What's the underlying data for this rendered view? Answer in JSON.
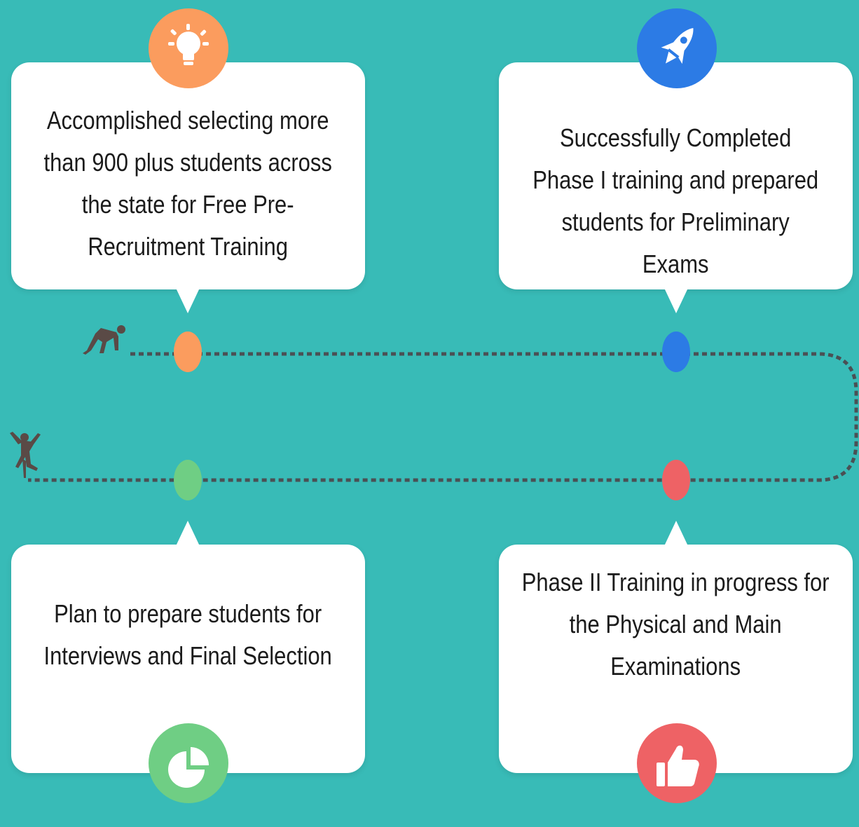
{
  "colors": {
    "background": "#38bbb7",
    "orange": "#fb9c5e",
    "blue": "#2c7be5",
    "green": "#6fce84",
    "red": "#ee6265",
    "path": "#4a5054",
    "figure": "#5a4a46"
  },
  "milestones": [
    {
      "text": "Accomplished selecting more\nthan 900 plus students across\nthe state for Free Pre-\nRecruitment Training",
      "icon": "lightbulb-icon"
    },
    {
      "text": "Successfully Completed\nPhase I training and prepared\nstudents for Preliminary\nExams",
      "icon": "rocket-icon"
    },
    {
      "text": "Plan to prepare students for\nInterviews and Final Selection",
      "icon": "pie-chart-icon"
    },
    {
      "text": "Phase II Training in progress for\nthe Physical and Main\nExaminations",
      "icon": "thumbs-up-icon"
    }
  ],
  "markers": {
    "start": "runner-start-icon",
    "finish": "runner-finish-icon"
  }
}
